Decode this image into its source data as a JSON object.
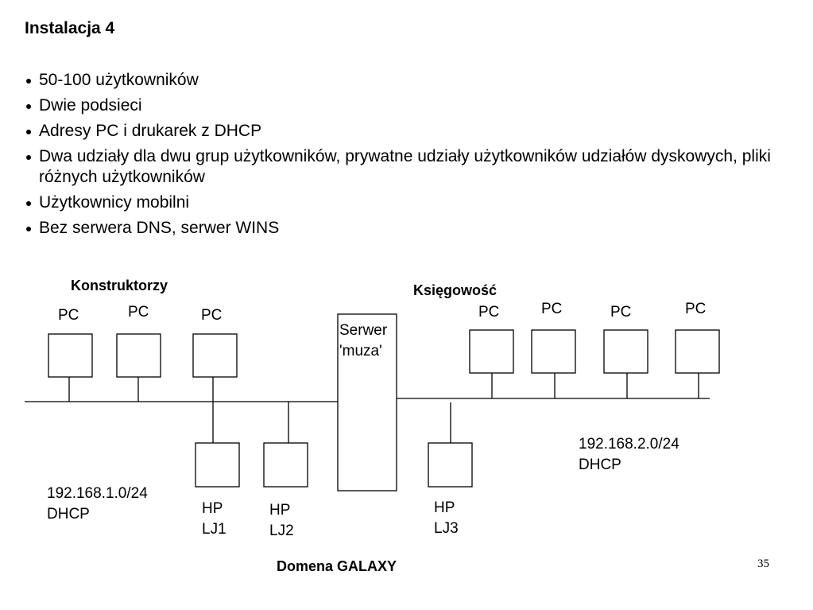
{
  "slide": {
    "title": "Instalacja 4",
    "bullets": [
      "50-100 użytkowników",
      "Dwie podsieci",
      "Adresy PC i drukarek z DHCP",
      "Dwa udziały dla dwu grup użytkowników, prywatne udziały użytkowników udziałów dyskowych, pliki różnych użytkowników",
      "Użytkownicy mobilni",
      "Bez serwera DNS, serwer WINS"
    ],
    "page_number": "35"
  },
  "diagram": {
    "groups": {
      "left": "Konstruktorzy",
      "right": "Księgowość"
    },
    "pc_label": "PC",
    "server": {
      "line1": "Serwer",
      "line2": "'muza'"
    },
    "printers": [
      {
        "line1": "HP",
        "line2": "LJ1"
      },
      {
        "line1": "HP",
        "line2": "LJ2"
      },
      {
        "line1": "HP",
        "line2": "LJ3"
      }
    ],
    "subnets": [
      {
        "network": "192.168.1.0/24",
        "mode": "DHCP"
      },
      {
        "network": "192.168.2.0/24",
        "mode": "DHCP"
      }
    ],
    "domain": "Domena GALAXY"
  }
}
